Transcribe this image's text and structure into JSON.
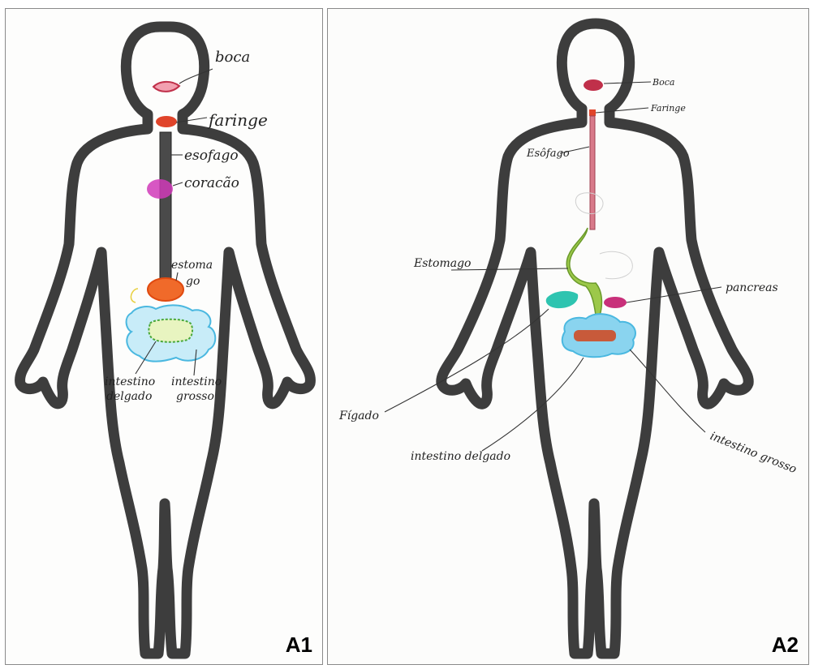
{
  "panels": [
    {
      "id": "A1",
      "label": "A1",
      "organs": {
        "mouth": "boca",
        "pharynx": "faringe",
        "esophagus": "esofago",
        "heart": "coracão",
        "stomach_line1": "estoma",
        "stomach_line2": "go",
        "small_intestine_line1": "intestino",
        "small_intestine_line2": "delgado",
        "large_intestine_line1": "intestino",
        "large_intestine_line2": "grosso"
      }
    },
    {
      "id": "A2",
      "label": "A2",
      "organs": {
        "mouth": "Boca",
        "pharynx": "Faringe",
        "esophagus": "Esôfago",
        "stomach": "Estomago",
        "pancreas": "pancreas",
        "liver": "Fígado",
        "small_intestine": "intestino delgado",
        "large_intestine": "intestino grosso"
      }
    }
  ],
  "colors": {
    "outline": "#3d3d3d",
    "lips": "#c0304a",
    "pharynx": "#e0442a",
    "esophagus_a1": "#3a3a3a",
    "heart": "#d03ab8",
    "stomach_a1": "#f06a2a",
    "large_intestine": "#4ab8e0",
    "small_intestine": "#4aa83a",
    "stomach_a2": "#9cc84a",
    "liver": "#2ec4b0",
    "pancreas": "#c8307a",
    "small_intestine_a2": "#c85a3a"
  }
}
